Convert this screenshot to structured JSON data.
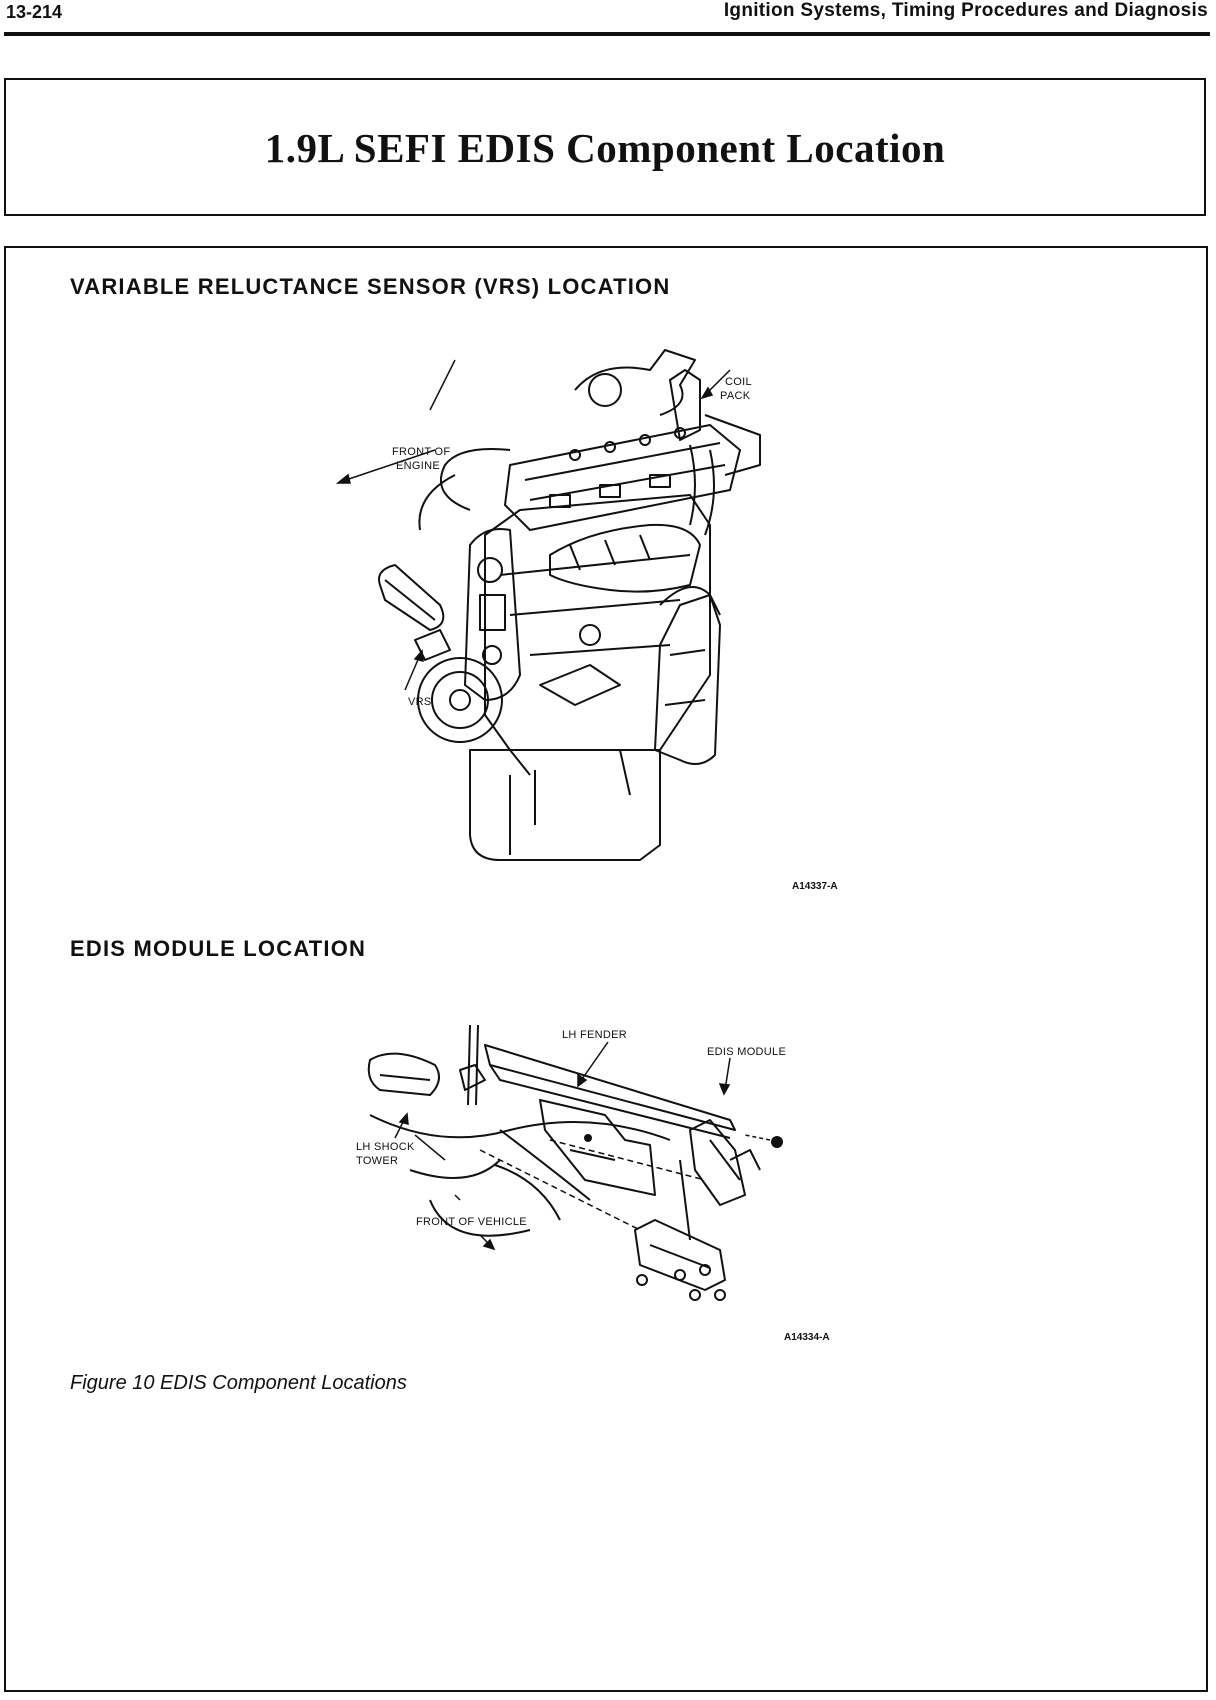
{
  "header": {
    "page_number": "13-214",
    "running_title": "Ignition Systems, Timing Procedures and Diagnosis"
  },
  "title": "1.9L SEFI EDIS Component Location",
  "sections": {
    "vrs": {
      "heading": "VARIABLE RELUCTANCE SENSOR (VRS) LOCATION",
      "labels": {
        "coil_1": "COIL",
        "coil_2": "PACK",
        "front_1": "FRONT OF",
        "front_2": "ENGINE",
        "vrs": "VRS"
      },
      "ref_code": "A14337-A"
    },
    "edis": {
      "heading": "EDIS MODULE LOCATION",
      "labels": {
        "lh_fender": "LH FENDER",
        "edis_module": "EDIS MODULE",
        "shock_1": "LH SHOCK",
        "shock_2": "TOWER",
        "front_vehicle": "FRONT OF VEHICLE"
      },
      "ref_code": "A14334-A"
    }
  },
  "caption": "Figure 10 EDIS Component Locations"
}
